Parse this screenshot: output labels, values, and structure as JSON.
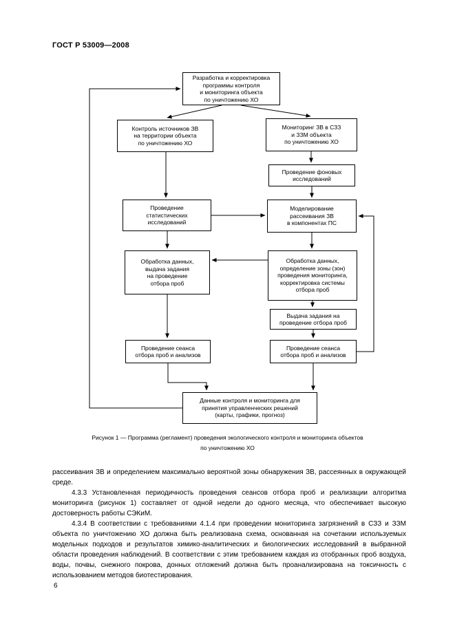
{
  "header": {
    "standard": "ГОСТ Р 53009—2008"
  },
  "diagram": {
    "boxes": [
      {
        "text": "Разработка и корректировка\nпрограммы контроля\nи мониторинга объекта\nпо уничтожению ХО"
      },
      {
        "text": "Контроль источников ЗВ\nна территории объекта\nпо уничтожению ХО"
      },
      {
        "text": "Мониторинг ЗВ в СЗЗ\nи ЗЗМ объекта\nпо уничтожению ХО"
      },
      {
        "text": "Проведение фоновых\nисследований"
      },
      {
        "text": "Проведение\nстатистических\nисследований"
      },
      {
        "text": "Моделирование\nрассеивания ЗВ\nв компонентах ПС"
      },
      {
        "text": "Обработка данных,\nвыдача задания\nна проведение\nотбора проб"
      },
      {
        "text": "Обработка данных,\nопределение зоны (зон)\nпроведения мониторинга,\nкорректировка системы\nотбора проб"
      },
      {
        "text": "Выдача задания на\nпроведение отбора проб"
      },
      {
        "text": "Проведение сеанса\nотбора проб и анализов"
      },
      {
        "text": "Проведение сеанса\nотбора проб и анализов"
      },
      {
        "text": "Данные контроля и мониторинга для\nпринятия управленческих решений\n(карты, графики, прогноз)"
      }
    ],
    "caption": "Рисунок 1 — Программа (регламент) проведения экологического контроля и мониторинга объектов\nпо уничтожению ХО"
  },
  "body": {
    "p1": "рассеивания ЗВ и определением максимально вероятной зоны обнаружения ЗВ, рассеянных в окружающей среде.",
    "p2": "4.3.3 Установленная периодичность проведения сеансов отбора проб и реализации алгоритма мониторинга (рисунок 1) составляет от одной недели до одного месяца, что обеспечивает высокую достоверность работы СЭКиМ.",
    "p3": "4.3.4 В соответствии с требованиями 4.1.4 при проведении мониторинга загрязнений в СЗЗ и ЗЗМ объекта по уничтожению ХО должна быть реализована схема, основанная на сочетании используемых модельных подходов и результатов химико-аналитических и биологических исследований в выбранной области проведения наблюдений. В соответствии с этим требованием каждая из отобранных проб воздуха, воды, почвы, снежного покрова, донных отложений должна быть проанализирована на токсичность с использованием методов биотестирования."
  },
  "footer": {
    "page_number": "6"
  }
}
